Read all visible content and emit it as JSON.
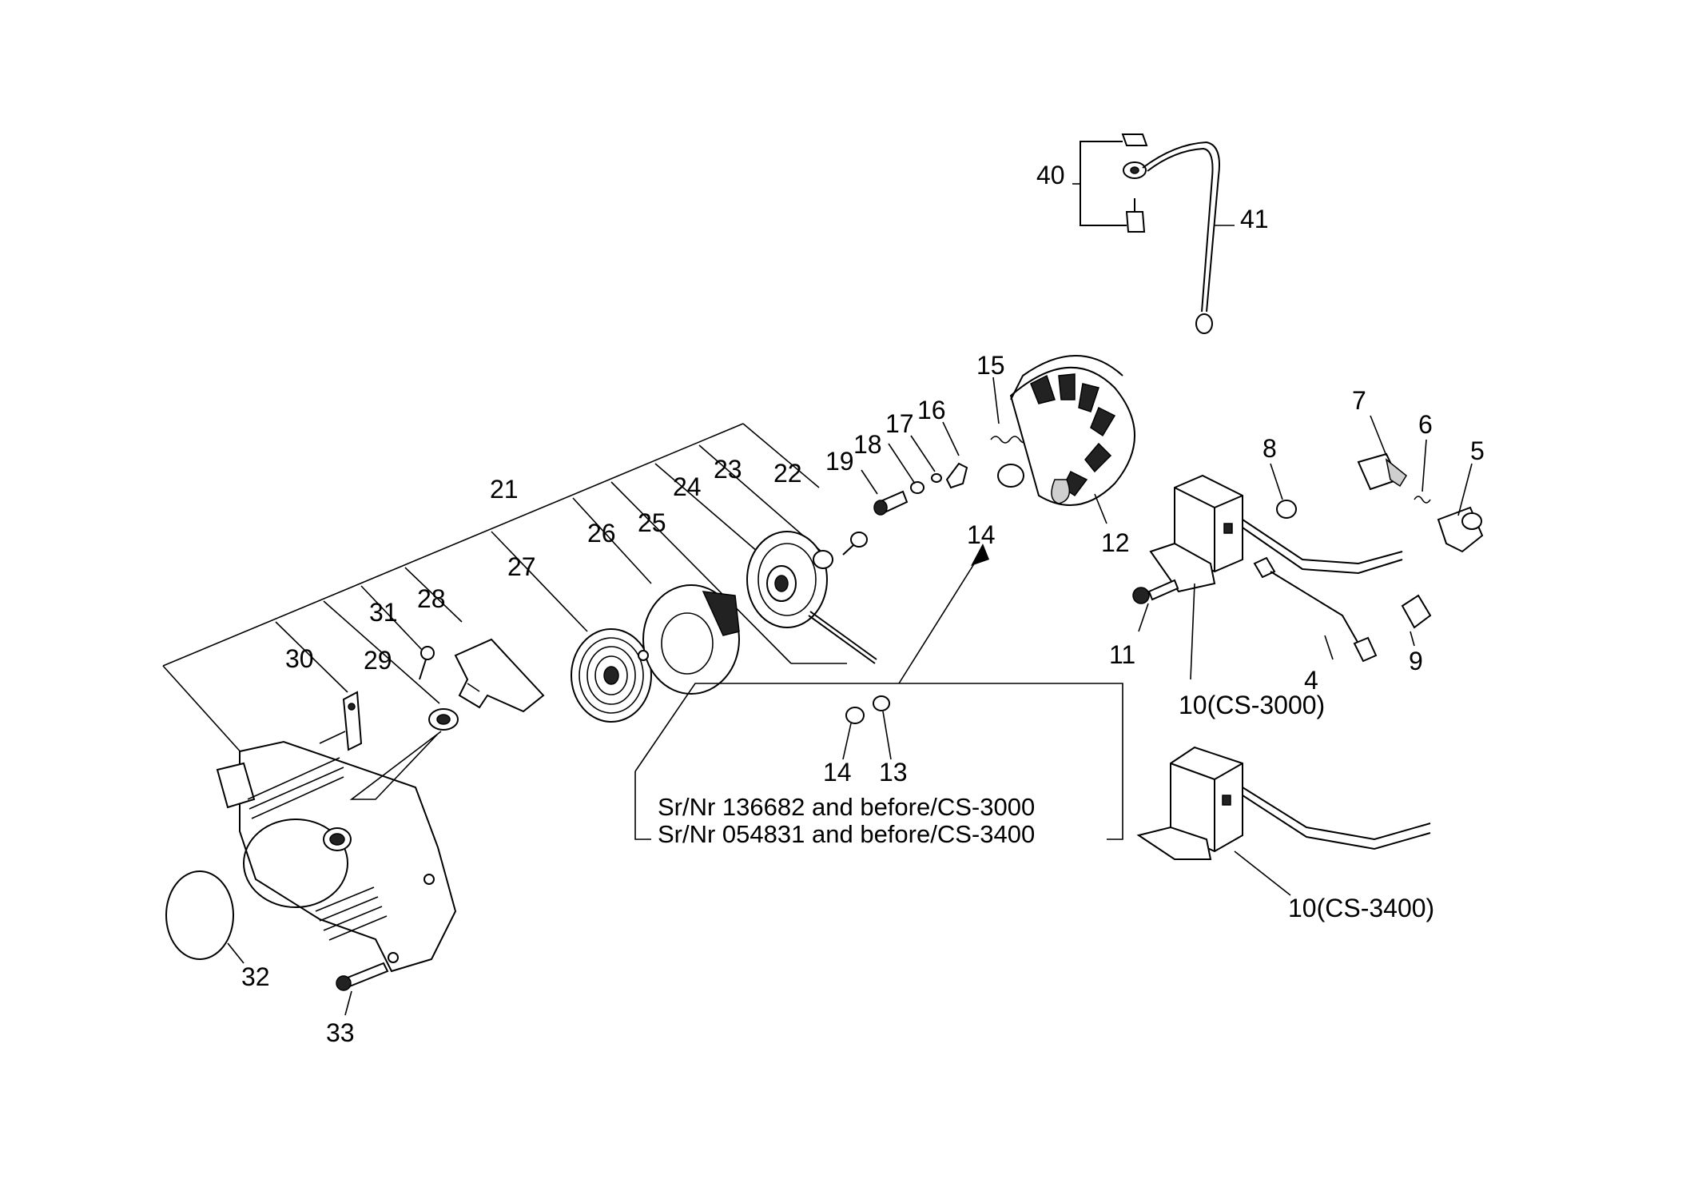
{
  "labels": {
    "p4": "4",
    "p5": "5",
    "p6": "6",
    "p7": "7",
    "p8": "8",
    "p9": "9",
    "p10a": "10(CS-3000)",
    "p10b": "10(CS-3400)",
    "p11": "11",
    "p12": "12",
    "p13": "13",
    "p14a": "14",
    "p14b": "14",
    "p15": "15",
    "p16": "16",
    "p17": "17",
    "p18": "18",
    "p19": "19",
    "p21": "21",
    "p22": "22",
    "p23": "23",
    "p24": "24",
    "p25": "25",
    "p26": "26",
    "p27": "27",
    "p28": "28",
    "p29": "29",
    "p30": "30",
    "p31": "31",
    "p32": "32",
    "p33": "33",
    "p40": "40",
    "p41": "41"
  },
  "note": {
    "line1": "Sr/Nr 136682 and before/CS-3000",
    "line2": "Sr/Nr 054831 and before/CS-3400"
  }
}
